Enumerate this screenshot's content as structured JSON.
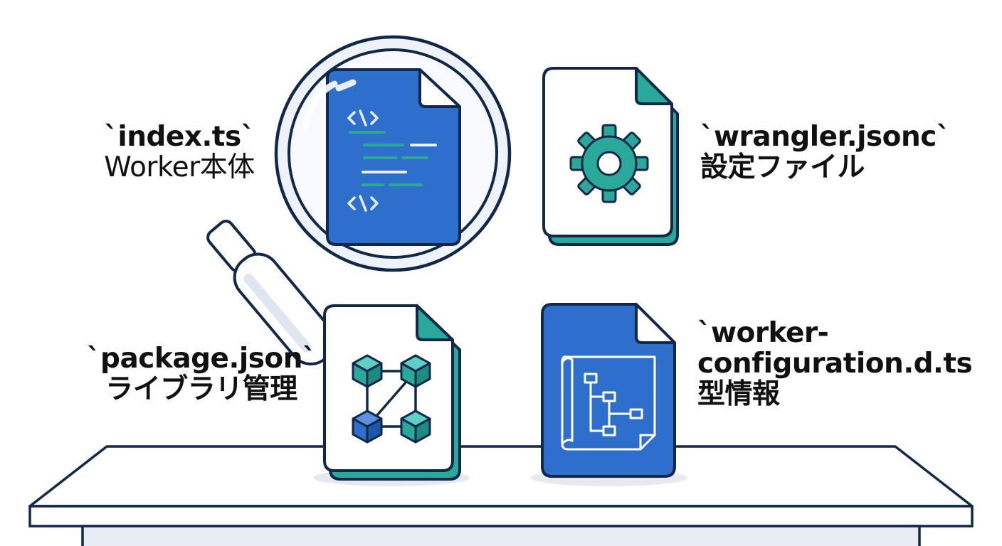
{
  "files": {
    "index": {
      "name": "`index.ts`",
      "desc": "Worker本体"
    },
    "wrangler": {
      "name": "`wrangler.jsonc`",
      "desc": "設定ファイル"
    },
    "package": {
      "name": "`package.json`",
      "desc": "ライブラリ管理"
    },
    "worker_config": {
      "name_line1": "`worker-",
      "name_line2": "configuration.d.ts",
      "desc": "型情報"
    }
  },
  "icons": {
    "index": "code-file-icon",
    "wrangler": "gear-file-icon",
    "package": "dependency-graph-file-icon",
    "worker_config": "blueprint-file-icon",
    "magnifier": "magnifying-glass-icon"
  },
  "colors": {
    "outline": "#12284a",
    "blue": "#2f6fcc",
    "teal": "#2aa89a",
    "light_code": "#e8f0ff",
    "table_top": "#f4f6fa",
    "shadow": "#e6e9ef"
  }
}
